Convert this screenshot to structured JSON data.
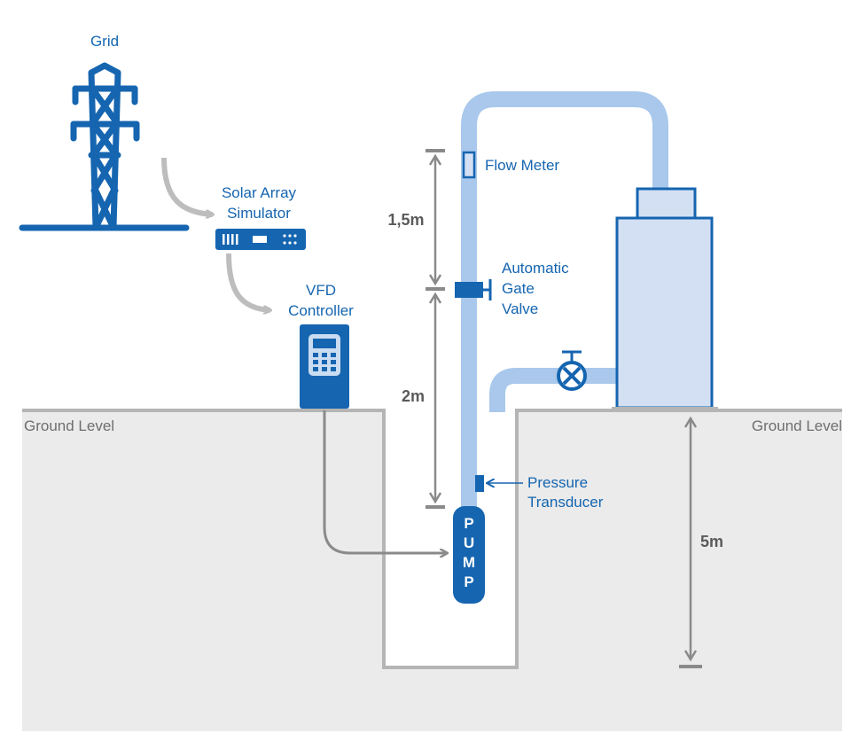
{
  "labels": {
    "grid": "Grid",
    "solar_array_simulator": [
      "Solar Array",
      "Simulator"
    ],
    "vfd_controller": [
      "VFD",
      "Controller"
    ],
    "ground_level_left": "Ground Level",
    "ground_level_right": "Ground Level",
    "flow_meter": "Flow Meter",
    "automatic_gate_valve": [
      "Automatic",
      "Gate",
      "Valve"
    ],
    "pressure_transducer": [
      "Pressure",
      "Transducer"
    ],
    "pump": [
      "P",
      "U",
      "M",
      "P"
    ]
  },
  "dimensions": {
    "upper_segment": "1,5m",
    "lower_segment": "2m",
    "tank_depth": "5m"
  },
  "colors": {
    "blue": "#1565b0",
    "light_blue": "#a9c8ec",
    "tank_fill": "#d3e0f3",
    "ground_fill": "#ebebeb",
    "ground_line": "#b5b5b5",
    "arrow_gray": "#bdbdbd",
    "cable_gray": "#8a8a8a"
  }
}
